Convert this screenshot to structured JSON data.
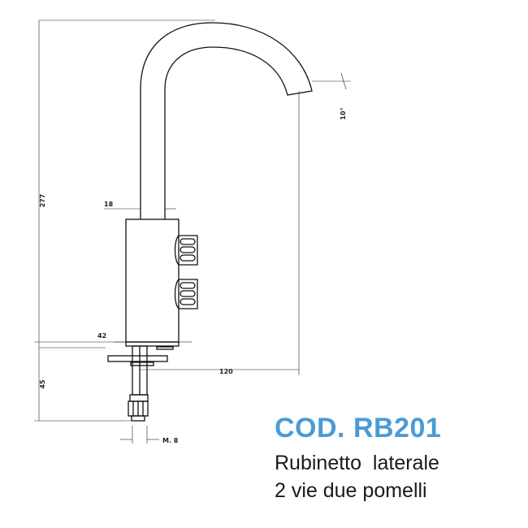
{
  "product": {
    "code": "COD. RB201",
    "description_line1": "Rubinetto  laterale",
    "description_line2": "2 vie due pomelli",
    "code_color": "#4a9bd4"
  },
  "dimensions": {
    "total_height": "277",
    "pipe_diameter": "18",
    "body_width": "42",
    "reach": "120",
    "shank_length": "45",
    "thread": "M. 8",
    "spout_angle": "10°"
  }
}
